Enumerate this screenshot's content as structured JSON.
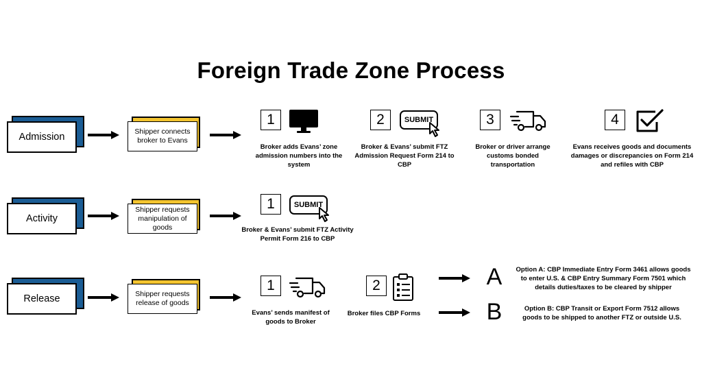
{
  "title": "Foreign Trade Zone Process",
  "rows": {
    "admission": {
      "label": "Admission",
      "note": "Shipper connects broker to Evans",
      "steps": [
        {
          "num": "1",
          "icon": "monitor-icon",
          "text": "Broker adds Evans’ zone admission numbers into the system"
        },
        {
          "num": "2",
          "icon": "submit-icon",
          "icon_text": "SUBMIT",
          "text": "Broker & Evans’ submit FTZ Admission Request Form 214 to CBP"
        },
        {
          "num": "3",
          "icon": "delivery-truck-icon",
          "text": "Broker or driver arrange customs bonded transportation"
        },
        {
          "num": "4",
          "icon": "checkbox-icon",
          "text": "Evans receives goods and documents damages or discrepancies on Form 214 and refiles with CBP"
        }
      ]
    },
    "activity": {
      "label": "Activity",
      "note": "Shipper requests manipulation of goods",
      "steps": [
        {
          "num": "1",
          "icon": "submit-icon",
          "icon_text": "SUBMIT",
          "text": "Broker & Evans’ submit FTZ Activity Permit Form 216 to CBP"
        }
      ]
    },
    "release": {
      "label": "Release",
      "note": "Shipper requests release of goods",
      "steps": [
        {
          "num": "1",
          "icon": "delivery-truck-icon",
          "text": "Evans’ sends manifest of goods to Broker"
        },
        {
          "num": "2",
          "icon": "clipboard-icon",
          "text": "Broker files CBP Forms"
        }
      ],
      "options": [
        {
          "letter": "A",
          "text": "Option A: CBP Immediate Entry Form 3461 allows goods to enter U.S. & CBP Entry Summary Form 7501 which details duties/taxes to be cleared by shipper"
        },
        {
          "letter": "B",
          "text": "Option B: CBP Transit or Export Form 7512 allows goods to be shipped to another FTZ or outside U.S."
        }
      ]
    }
  },
  "colors": {
    "phase_back": "#1b5d95",
    "note_back": "#f3c42f",
    "ink": "#000000"
  }
}
